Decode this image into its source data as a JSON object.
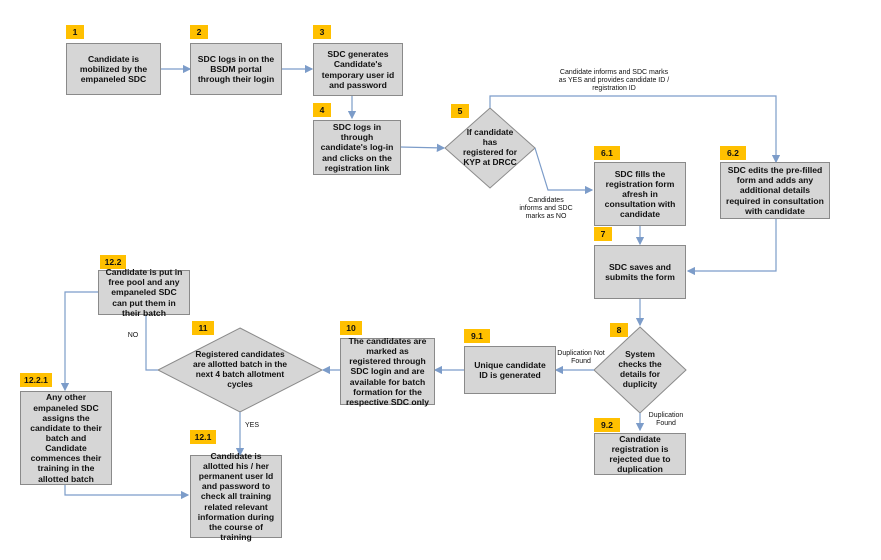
{
  "steps": {
    "s1": {
      "num": "1",
      "text": "Candidate is mobilized by the empaneled SDC"
    },
    "s2": {
      "num": "2",
      "text": "SDC logs in on the BSDM portal through their login"
    },
    "s3": {
      "num": "3",
      "text": "SDC generates Candidate's temporary user id and password"
    },
    "s4": {
      "num": "4",
      "text": "SDC logs in through candidate's log-in and clicks on the registration link"
    },
    "s5": {
      "num": "5",
      "text": "If candidate has registered for KYP at DRCC"
    },
    "s61": {
      "num": "6.1",
      "text": "SDC fills the registration form afresh in consultation with candidate"
    },
    "s62": {
      "num": "6.2",
      "text": "SDC edits the pre-filled form and adds any additional details required in consultation with candidate"
    },
    "s7": {
      "num": "7",
      "text": "SDC saves and submits the form"
    },
    "s8": {
      "num": "8",
      "text": "System checks the details for duplicity"
    },
    "s91": {
      "num": "9.1",
      "text": "Unique candidate ID is generated"
    },
    "s92": {
      "num": "9.2",
      "text": "Candidate registration is rejected due to duplication"
    },
    "s10": {
      "num": "10",
      "text": "The candidates are marked as registered through SDC login and are available for batch formation for the respective SDC only"
    },
    "s11": {
      "num": "11",
      "text": "Registered candidates are allotted batch in the next 4 batch allotment cycles"
    },
    "s121": {
      "num": "12.1",
      "text": "Candidate is allotted his / her permanent user Id and password to check all training related relevant information during the course of training"
    },
    "s122": {
      "num": "12.2",
      "text": "Candidate is put in free pool and any empaneled SDC can put them in their batch"
    },
    "s1221": {
      "num": "12.2.1",
      "text": "Any other empaneled SDC assigns the candidate to their batch and Candidate commences their training in the allotted batch"
    }
  },
  "labels": {
    "yes_path": "Candidate informs and SDC marks as YES and provides candidate ID / registration ID",
    "no_path": "Candidates informs and SDC marks as NO",
    "dup_not_found": "Duplication Not Found",
    "dup_found": "Duplication Found",
    "yes": "YES",
    "no": "NO"
  },
  "colors": {
    "box_fill": "#d6d6d6",
    "tag_fill": "#ffc000",
    "arrow": "#7c9cc9"
  }
}
